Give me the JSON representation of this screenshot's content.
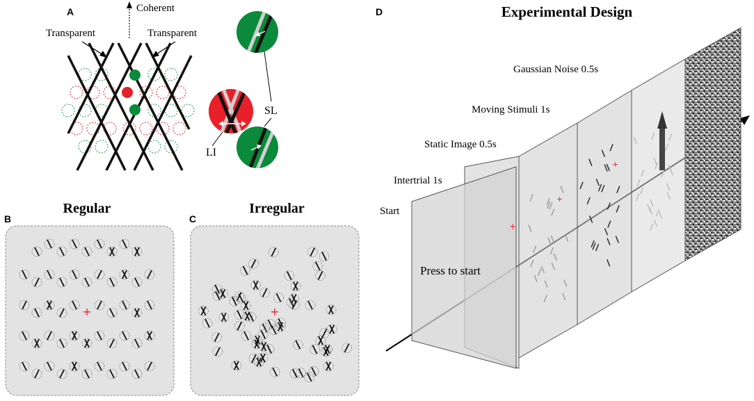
{
  "panel_a": {
    "letter": "A",
    "coherent_label": "Coherent",
    "transparent_left_label": "Transparent",
    "transparent_right_label": "Transparent",
    "sl_label": "SL",
    "li_label": "LI",
    "colors": {
      "green": "#0a8a3a",
      "red": "#e8202a",
      "light_bar": "#cfcfcf",
      "dark_bar": "#111111"
    }
  },
  "panel_b": {
    "letter": "B",
    "title": "Regular"
  },
  "panel_c": {
    "letter": "C",
    "title": "Irregular"
  },
  "panel_d": {
    "letter": "D",
    "title": "Experimental Design",
    "planes": [
      {
        "label": "Start",
        "content": "Press to start"
      },
      {
        "label": "Intertrial 1s"
      },
      {
        "label": "Static Image 0.5s"
      },
      {
        "label": "Moving Stimuli 1s"
      },
      {
        "label": "Gaussian Noise 0.5s"
      }
    ]
  }
}
